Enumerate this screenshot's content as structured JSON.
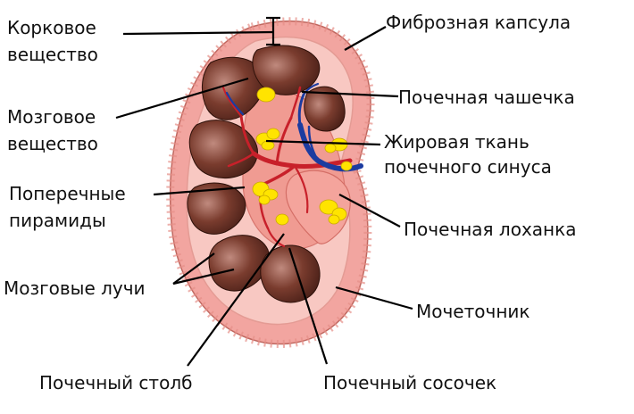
{
  "labels": {
    "cortex": "Корковое\nвещество",
    "capsule": "Фиброзная капсула",
    "medulla": "Мозговое\nвещество",
    "calyx": "Почечная чашечка",
    "sinus_fat": "Жировая ткань\nпочечного синуса",
    "pyramids": "Поперечные\nпирамиды",
    "pelvis": "Почечная лоханка",
    "rays": "Мозговые лучи",
    "ureter": "Мочеточник",
    "column": "Почечный столб",
    "papilla": "Почечный сосочек"
  },
  "colors": {
    "capsule": "#f2a5a0",
    "cortex": "#f8c8c2",
    "pyramid": "#6a3328",
    "sinus": "#f09b92",
    "artery": "#c8202a",
    "vein": "#1c3ca0",
    "fat": "#ffe400"
  }
}
